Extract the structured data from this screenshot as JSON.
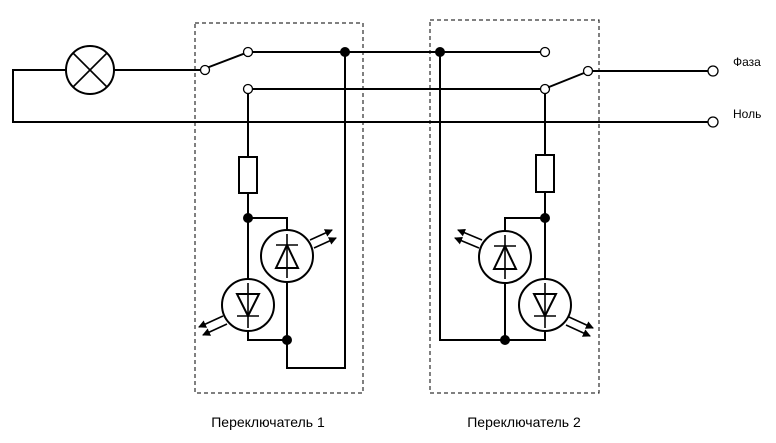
{
  "terminals": {
    "phase_label": "Фаза",
    "neutral_label": "Ноль"
  },
  "switches": [
    {
      "caption": "Переключатель 1"
    },
    {
      "caption": "Переключатель 2"
    }
  ]
}
